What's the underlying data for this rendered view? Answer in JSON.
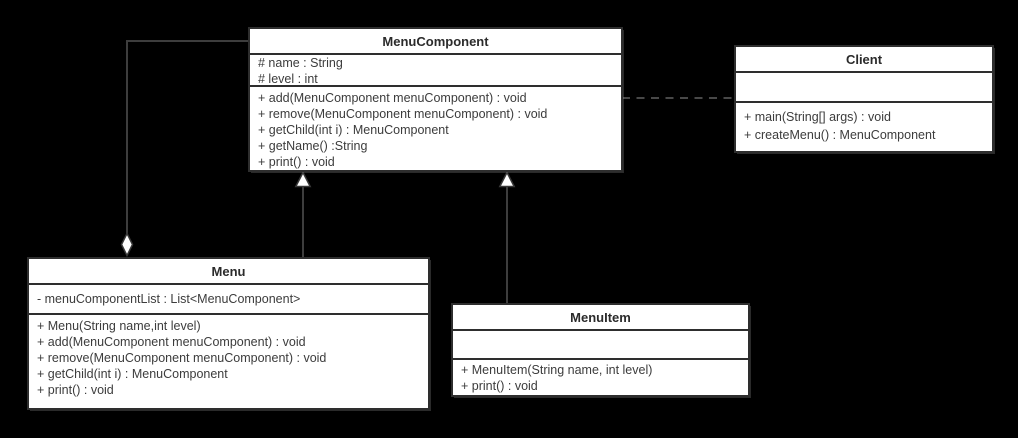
{
  "diagram": {
    "type": "uml-class-diagram",
    "colors": {
      "background": "#000000",
      "box_fill": "#ffffff",
      "box_border": "#2e2e2e",
      "connector": "#3d3d3d",
      "text": "#3c3c3c",
      "title_text": "#2b2b2b",
      "marker_fill": "#ffffff"
    },
    "classes": [
      {
        "name": "MenuComponent",
        "title": "MenuComponent",
        "attributes": [
          "# name : String",
          "# level : int"
        ],
        "methods": [
          "+ add(MenuComponent menuComponent) : void",
          "+ remove(MenuComponent menuComponent) : void",
          "+ getChild(int i) : MenuComponent",
          "+ getName() :String",
          "+ print() : void"
        ]
      },
      {
        "name": "Client",
        "title": "Client",
        "attributes": [],
        "methods": [
          "+ main(String[] args) : void",
          "+ createMenu() : MenuComponent"
        ]
      },
      {
        "name": "Menu",
        "title": "Menu",
        "attributes": [
          "- menuComponentList : List<MenuComponent>"
        ],
        "methods": [
          "+ Menu(String name,int level)",
          "+ add(MenuComponent menuComponent) : void",
          "+ remove(MenuComponent menuComponent) : void",
          "+ getChild(int i) : MenuComponent",
          "+ print() : void"
        ]
      },
      {
        "name": "MenuItem",
        "title": "MenuItem",
        "attributes": [],
        "methods": [
          "+ MenuItem(String name, int level)",
          "+ print() : void"
        ]
      }
    ],
    "relationships": [
      {
        "type": "aggregation",
        "whole": "Menu",
        "part": "MenuComponent",
        "marker": "hollow-diamond"
      },
      {
        "type": "generalization",
        "child": "Menu",
        "parent": "MenuComponent",
        "marker": "hollow-triangle"
      },
      {
        "type": "generalization",
        "child": "MenuItem",
        "parent": "MenuComponent",
        "marker": "hollow-triangle"
      },
      {
        "type": "dependency",
        "from": "Client",
        "to": "MenuComponent",
        "style": "dashed"
      }
    ]
  }
}
